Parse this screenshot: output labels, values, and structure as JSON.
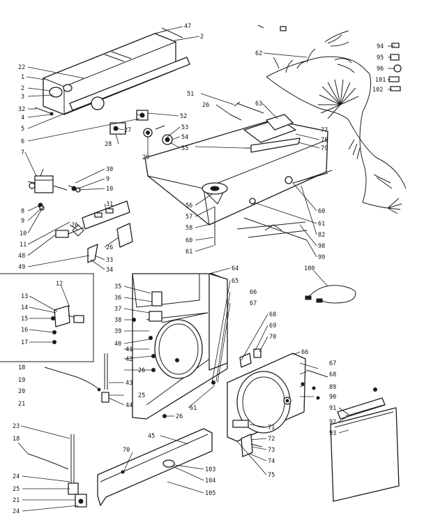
{
  "labels": {
    "n1": "1",
    "n2a": "2",
    "n2b": "2",
    "n3": "3",
    "n4": "4",
    "n5": "5",
    "n6": "6",
    "n7": "7",
    "n8": "8",
    "n9a": "9",
    "n9b": "9",
    "n10a": "10",
    "n10b": "10",
    "n11": "11",
    "n12": "12",
    "n13": "13",
    "n14": "14",
    "n15": "15",
    "n16": "16",
    "n17": "17",
    "n18": "18",
    "n19": "19",
    "n20": "20",
    "n21a": "21",
    "n21b": "21",
    "n22": "22",
    "n23": "23",
    "n24a": "24",
    "n24b": "24",
    "n25a": "25",
    "n25b": "25",
    "n26a": "26",
    "n26b": "26",
    "n26c": "26",
    "n26d": "26",
    "n26e": "26",
    "n27": "27",
    "n28": "28",
    "n29": "29",
    "n30": "30",
    "n31": "31",
    "n32": "32",
    "n33": "33",
    "n34": "34",
    "n35": "35",
    "n36": "36",
    "n37": "37",
    "n38": "38",
    "n39": "39",
    "n40": "40",
    "n41": "41",
    "n42": "42",
    "n43": "43",
    "n44": "44",
    "n45": "45",
    "n47": "47",
    "n48": "48",
    "n49": "49",
    "n51": "51",
    "n52": "52",
    "n53": "53",
    "n54": "54",
    "n55": "55",
    "n56": "56",
    "n57": "57",
    "n58": "58",
    "n60a": "60",
    "n60b": "60",
    "n61a": "61",
    "n61b": "61",
    "n62": "62",
    "n63": "63",
    "n64": "64",
    "n65": "65",
    "n66a": "66",
    "n66b": "66",
    "n67a": "67",
    "n67b": "67",
    "n68a": "68",
    "n68b": "68",
    "n69": "69",
    "n70a": "70",
    "n70b": "70",
    "n71": "71",
    "n72": "72",
    "n73": "73",
    "n74": "74",
    "n75": "75",
    "n77": "77",
    "n78": "78",
    "n79": "79",
    "n82": "82",
    "n89": "89",
    "n90": "90",
    "n91": "91",
    "n92": "92",
    "n93": "93",
    "n94": "94",
    "n95": "95",
    "n96": "96",
    "n98": "98",
    "n99": "99",
    "n100": "100",
    "n101": "101",
    "n102": "102",
    "n103": "103",
    "n104": "104",
    "n105": "105"
  }
}
